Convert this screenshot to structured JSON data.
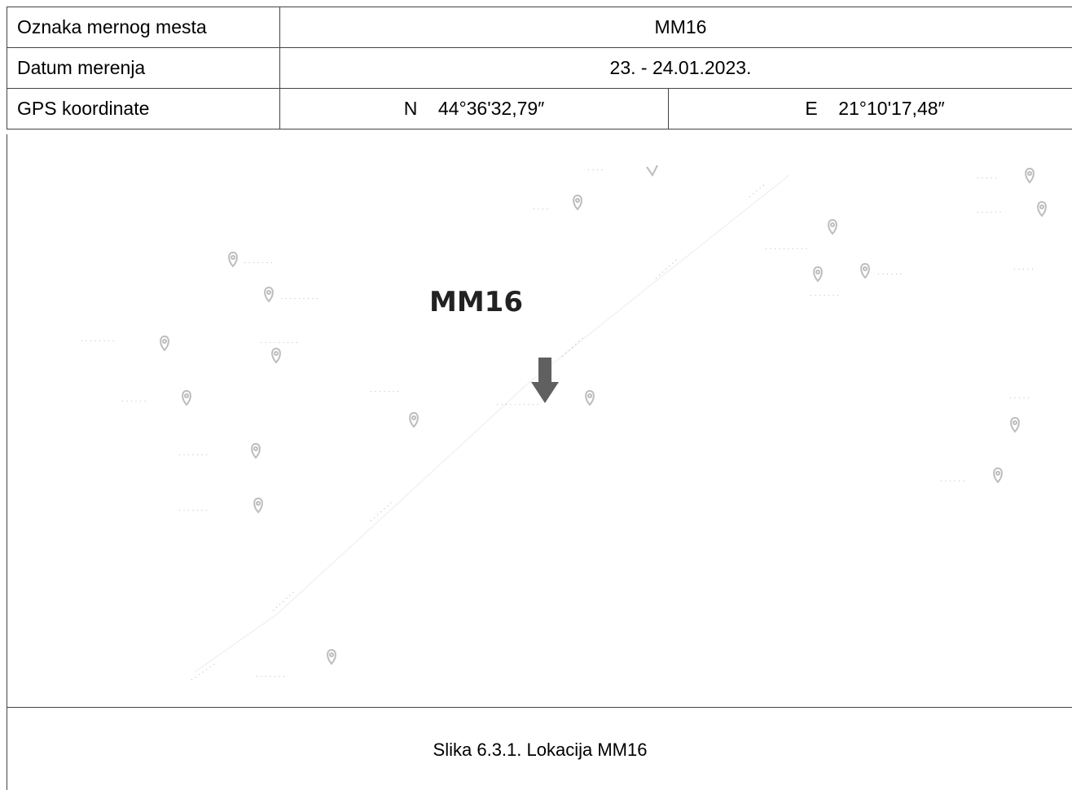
{
  "table": {
    "rows": [
      {
        "label": "Oznaka mernog mesta",
        "value": "MM16"
      },
      {
        "label": "Datum merenja",
        "value": "23. - 24.01.2023."
      }
    ],
    "gps": {
      "label": "GPS koordinate",
      "north": "N    44°36'32,79″",
      "east": "E    21°10'17,48″"
    }
  },
  "map": {
    "location_label": "MM16",
    "marker_icon": "down-arrow-icon",
    "pin_icon": "map-pin-icon",
    "arrow_color": "#606060",
    "pin_color": "#bdbdbd"
  },
  "caption": "Slika 6.3.1. Lokacija MM16"
}
